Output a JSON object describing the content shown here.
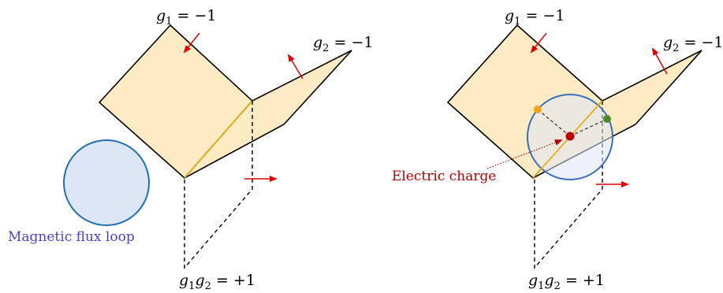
{
  "colors": {
    "sheet_fill": "#fdebc3",
    "sheet_stroke": "#000000",
    "junction_line": "#f2b705",
    "arrow": "#e00000",
    "loop_fill": "#dce6f5",
    "loop_stroke": "#1f6fb5",
    "charge_label": "#b00000",
    "flux_label": "#4a3fd0",
    "charge_dot": "#c00000",
    "orange_dot": "#f5a31a",
    "green_dot": "#4a8a2a"
  },
  "left_panel": {
    "g1": {
      "var": "g",
      "sub": "1",
      "rel": " = −1"
    },
    "g2": {
      "var": "g",
      "sub": "2",
      "rel": " = −1"
    },
    "g1g2": {
      "var1": "g",
      "sub1": "1",
      "var2": "g",
      "sub2": "2",
      "rel": " = +1"
    },
    "flux_label": "Magnetic flux loop"
  },
  "right_panel": {
    "g1": {
      "var": "g",
      "sub": "1",
      "rel": " = −1"
    },
    "g2": {
      "var": "g",
      "sub": "2",
      "rel": " = −1"
    },
    "g1g2": {
      "var1": "g",
      "sub1": "1",
      "var2": "g",
      "sub2": "2",
      "rel": " = +1"
    },
    "charge_label": "Electric charge"
  }
}
